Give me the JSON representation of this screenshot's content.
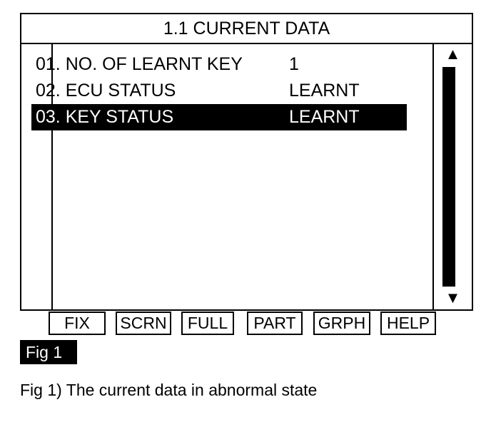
{
  "screen": {
    "title": "1.1 CURRENT DATA",
    "scroll_up_glyph": "▲",
    "scroll_down_glyph": "▼",
    "rows": [
      {
        "label": "01. NO. OF LEARNT KEY",
        "value": "1"
      },
      {
        "label": "02. ECU STATUS",
        "value": "LEARNT"
      },
      {
        "label": "03. KEY STATUS",
        "value": "LEARNT",
        "selected": true
      }
    ]
  },
  "function_keys": [
    "FIX",
    "SCRN",
    "FULL",
    "PART",
    "GRPH",
    "HELP"
  ],
  "figure": {
    "tag": "Fig 1",
    "caption": "Fig 1) The current data in abnormal state"
  }
}
